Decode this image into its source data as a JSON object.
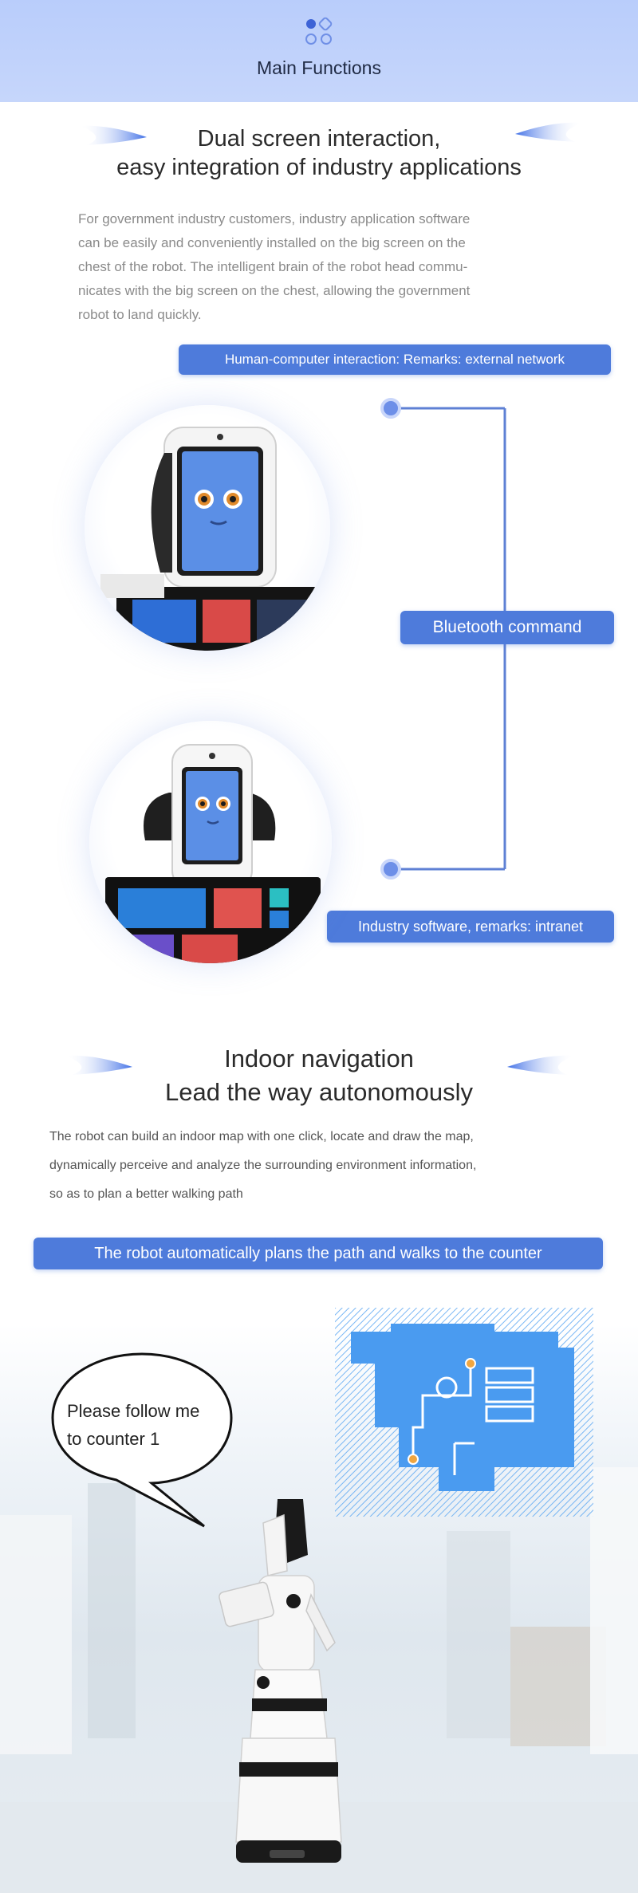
{
  "header": {
    "title": "Main Functions",
    "icon": "apps-grid-icon"
  },
  "section1": {
    "title_line1": "Dual screen interaction,",
    "title_line2": "easy integration of industry applications",
    "paragraph_lines": [
      "For government industry customers, industry application software",
      "can be easily and conveniently installed on the big screen on the",
      "chest of the robot. The intelligent brain of the robot head commu-",
      "nicates with the big screen on the chest, allowing the government",
      "robot to land quickly."
    ],
    "labels": {
      "top": "Human-computer interaction: Remarks: external network",
      "middle": "Bluetooth command",
      "bottom": "Industry software, remarks: intranet"
    }
  },
  "section2": {
    "title_line1": "Indoor navigation",
    "title_line2": "Lead the way autonomously",
    "paragraph_lines": [
      "The robot can build an indoor map with one click, locate and draw the map,",
      "dynamically perceive and analyze the surrounding environment information,",
      "so as to plan a better walking path"
    ],
    "banner": "The robot automatically plans the path and walks to the counter",
    "speech_line1": "Please follow me",
    "speech_line2": "to counter 1"
  },
  "colors": {
    "accent": "#4e7bdb",
    "header_bg": "#c0d2fb",
    "map_blue": "#4a9bf0",
    "path_orange": "#f0a640"
  }
}
